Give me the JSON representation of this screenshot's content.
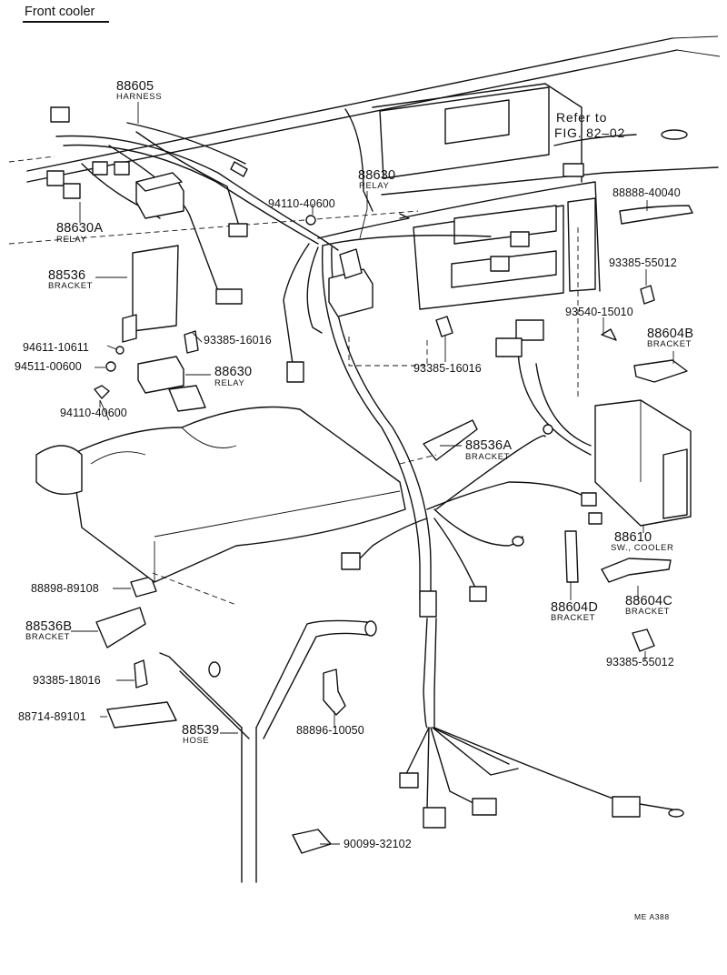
{
  "header": {
    "title": "Front cooler"
  },
  "reference": {
    "line1": "Refer to",
    "line2": "FIG. 82–02"
  },
  "callouts": {
    "harness_88605": {
      "number": "88605",
      "name": "HARNESS"
    },
    "relay_88630_top": {
      "number": "88630",
      "name": "RELAY"
    },
    "relay_88630A": {
      "number": "88630A",
      "name": "RELAY"
    },
    "nut_94110_top": {
      "number": "94110-40600"
    },
    "bracket_88536": {
      "number": "88536",
      "name": "BRACKET"
    },
    "plug_88888": {
      "number": "88888-40040"
    },
    "bolt_93385_55012_top": {
      "number": "93385-55012"
    },
    "screw_93540": {
      "number": "93540-15010"
    },
    "bracket_88604B": {
      "number": "88604B",
      "name": "BRACKET"
    },
    "bolt_93385_16016_left": {
      "number": "93385-16016"
    },
    "washer_94611": {
      "number": "94611-10611"
    },
    "washer_94511": {
      "number": "94511-00600"
    },
    "relay_88630_mid": {
      "number": "88630",
      "name": "RELAY"
    },
    "nut_94110_bottom": {
      "number": "94110-40600"
    },
    "bolt_93385_16016_mid": {
      "number": "93385-16016"
    },
    "bracket_88536A": {
      "number": "88536A",
      "name": "BRACKET"
    },
    "switch_88610": {
      "number": "88610",
      "name": "SW., COOLER"
    },
    "grommet_88898": {
      "number": "88898-89108"
    },
    "bracket_88536B": {
      "number": "88536B",
      "name": "BRACKET"
    },
    "bracket_88604D": {
      "number": "88604D",
      "name": "BRACKET"
    },
    "bracket_88604C": {
      "number": "88604C",
      "name": "BRACKET"
    },
    "bolt_93385_18016": {
      "number": "93385-18016"
    },
    "bolt_93385_55012_bottom": {
      "number": "93385-55012"
    },
    "sheet_88714": {
      "number": "88714-89101"
    },
    "hose_88539": {
      "number": "88539",
      "name": "HOSE"
    },
    "clamp_88896": {
      "number": "88896-10050"
    },
    "grommet_90099": {
      "number": "90099-32102"
    }
  },
  "footer": {
    "code": "ME  A388"
  }
}
